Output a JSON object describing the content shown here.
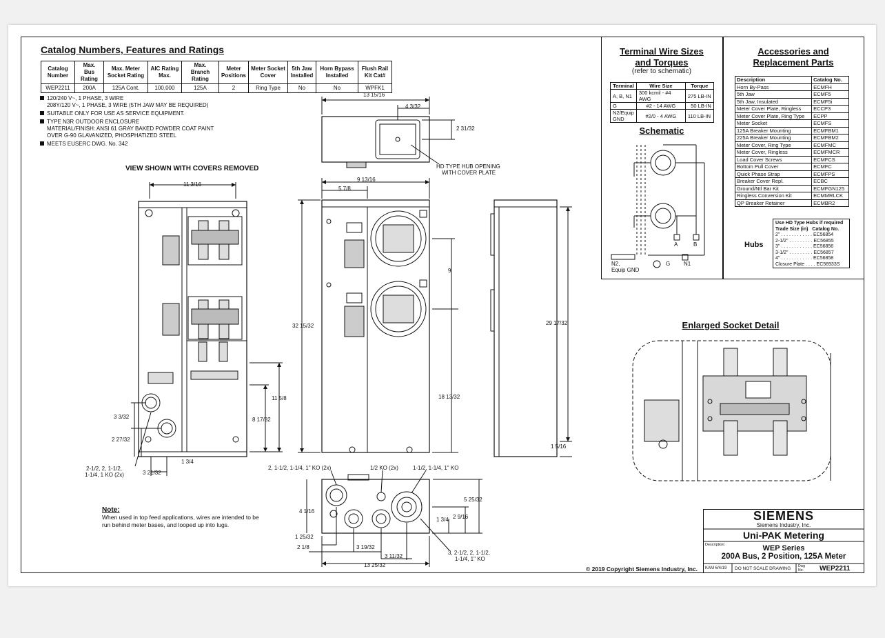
{
  "catalog": {
    "title": "Catalog Numbers, Features and Ratings",
    "headers": [
      "Catalog Number",
      "Max. Bus Rating",
      "Max. Meter Socket Rating",
      "AIC Rating Max.",
      "Max. Branch Rating",
      "Meter Positions",
      "Meter Socket Cover",
      "5th Jaw Installed",
      "Horn Bypass Installed",
      "Flush Rail Kit Cat#"
    ],
    "row": [
      "WEP2211",
      "200A",
      "125A Cont.",
      "100,000",
      "125A",
      "2",
      "Ring Type",
      "No",
      "No",
      "WPFK1"
    ]
  },
  "features": [
    "120/240 V~, 1 PHASE, 3 WIRE",
    "208Y/120 V~, 1 PHASE, 3 WIRE  (5TH JAW MAY BE REQUIRED)",
    "SUITABLE ONLY FOR USE AS SERVICE EQUIPMENT.",
    "TYPE N3R OUTDOOR ENCLOSURE",
    "MATERIAL/FINISH: ANSI 61 GRAY BAKED POWDER COAT PAINT",
    "OVER G-90 GLAVANIZED, PHOSPHATIZED STEEL",
    "MEETS EUSERC DWG. No. 342"
  ],
  "view_title": "VIEW SHOWN WITH COVERS REMOVED",
  "dimensions": {
    "front_width": "11 3/16",
    "top_width": "13 15/16",
    "hub_offset": "4 3/32",
    "hub_height": "2 31/32",
    "hub_label_1": "HD TYPE HUB OPENING",
    "hub_label_2": "WITH COVER PLATE",
    "side_width": "9 13/16",
    "side_inner": "5 7/8",
    "socket_spacing": "9",
    "total_height": "32 15/32",
    "lower_height": "18 13/32",
    "right_height": "29 17/32",
    "bottom_small": "1 5/16",
    "ko_a_height": "11 5/8",
    "ko_b_height": "8 17/32",
    "ko_c": "3 3/32",
    "ko_d": "2 27/32",
    "ko_e": "1 3/4",
    "ko_f": "3 21/32",
    "ko_label_1": "2-1/2, 2, 1-1/2,",
    "ko_label_2": "1-1/4, 1 KO (2x)",
    "bottom_ko_1": "2, 1-1/2, 1-1/4, 1\" KO (2x)",
    "bottom_ko_2": "1/2 KO (2x)",
    "bottom_ko_3": "1-1/2, 1-1/4, 1\" KO",
    "bottom_depth": "4 1/16",
    "bottom_r1": "5 25/32",
    "bottom_r2": "2 9/16",
    "bottom_r3": "1 3/4",
    "bottom_b1": "1 25/32",
    "bottom_b2": "2 1/8",
    "bottom_b3": "3 19/32",
    "bottom_b4": "3 11/32",
    "bottom_b5": "13 25/32",
    "bottom_ko_4a": "3, 2-1/2, 2, 1-1/2,",
    "bottom_ko_4b": "1-1/4, 1\" KO"
  },
  "note": {
    "title": "Note:",
    "text": "When used in top feed applications, wires are intended to be run behind meter bases, and looped up into lugs."
  },
  "terminal": {
    "title_1": "Terminal Wire Sizes",
    "title_2": "and Torques",
    "subtitle": "(refer to schematic)",
    "headers": [
      "Terminal",
      "Wire Size",
      "Torque"
    ],
    "rows": [
      [
        "A, B, N1",
        "300 kcmil - #4 AWG",
        "275 LB-IN"
      ],
      [
        "G",
        "#2 - 14 AWG",
        "50 LB-IN"
      ],
      [
        "N2/Equip GND",
        "#2/0 - 4 AWG",
        "110 LB-IN"
      ]
    ]
  },
  "schematic": {
    "title": "Schematic",
    "label_a": "A",
    "label_b": "B",
    "label_g": "G",
    "label_n1": "N1",
    "label_n2": "N2,",
    "label_equip": "Equip GND"
  },
  "accessories": {
    "title_1": "Accessories and",
    "title_2": "Replacement Parts",
    "headers": [
      "Description",
      "Catalog No."
    ],
    "rows": [
      [
        "Horn By-Pass",
        "ECMFH"
      ],
      [
        "5th Jaw",
        "ECMF5"
      ],
      [
        "5th Jaw, Insulated",
        "ECMF5i"
      ],
      [
        "Meter Cover Plate, Ringless",
        "ECCP3"
      ],
      [
        "Meter Cover Plate, Ring Type",
        "ECPP"
      ],
      [
        "Meter Socket",
        "ECMFS"
      ],
      [
        "125A Breaker Mounting",
        "ECMFBM1"
      ],
      [
        "225A Breaker Mounting",
        "ECMFBM2"
      ],
      [
        "Meter Cover, Ring Type",
        "ECMFMC"
      ],
      [
        "Meter Cover, Ringless",
        "ECMFMCR"
      ],
      [
        "Load Cover Screws",
        "ECMFCS"
      ],
      [
        "Bottom Pull Cover",
        "ECMFC"
      ],
      [
        "Quick Phase Strap",
        "ECMFPS"
      ],
      [
        "Breaker Cover Repl.",
        "ECBC"
      ],
      [
        "Ground/Ntl Bar Kit",
        "ECMFGN125"
      ],
      [
        "Ringless Conversion Kit",
        "ECMMRLCK"
      ],
      [
        "QP Breaker Retainer",
        "ECMBR2"
      ]
    ]
  },
  "hubs": {
    "label": "Hubs",
    "header_1": "Use HD Type Hubs if required",
    "header_2": "Trade Size (in)   Catalog No.",
    "rows": [
      "2\" . . . . . . . . . . . . EC56854",
      "2-1/2\" . . . . . . . . . EC56855",
      "3\" . . . . . . . . . . . . EC56856",
      "3-1/2\" . . . . . . . . . EC56857",
      "4\" . . . . . . . . . . . . EC56858",
      "Closure Plate . . . . EC56933S"
    ]
  },
  "enlarged_title": "Enlarged Socket Detail",
  "title_block": {
    "brand": "SIEMENS",
    "company": "Siemens Industry, Inc.",
    "product": "Uni-PAK Metering",
    "desc_label": "Description:",
    "series": "WEP Series",
    "rating": "200A Bus, 2 Position, 125A Meter",
    "drawn": "KAM 6/4/19",
    "scale_note": "DO NOT SCALE DRAWING",
    "dwg_label": "Dwg No:",
    "dwg_no": "WEP2211"
  },
  "copyright": "© 2019 Copyright Siemens Industry, Inc."
}
